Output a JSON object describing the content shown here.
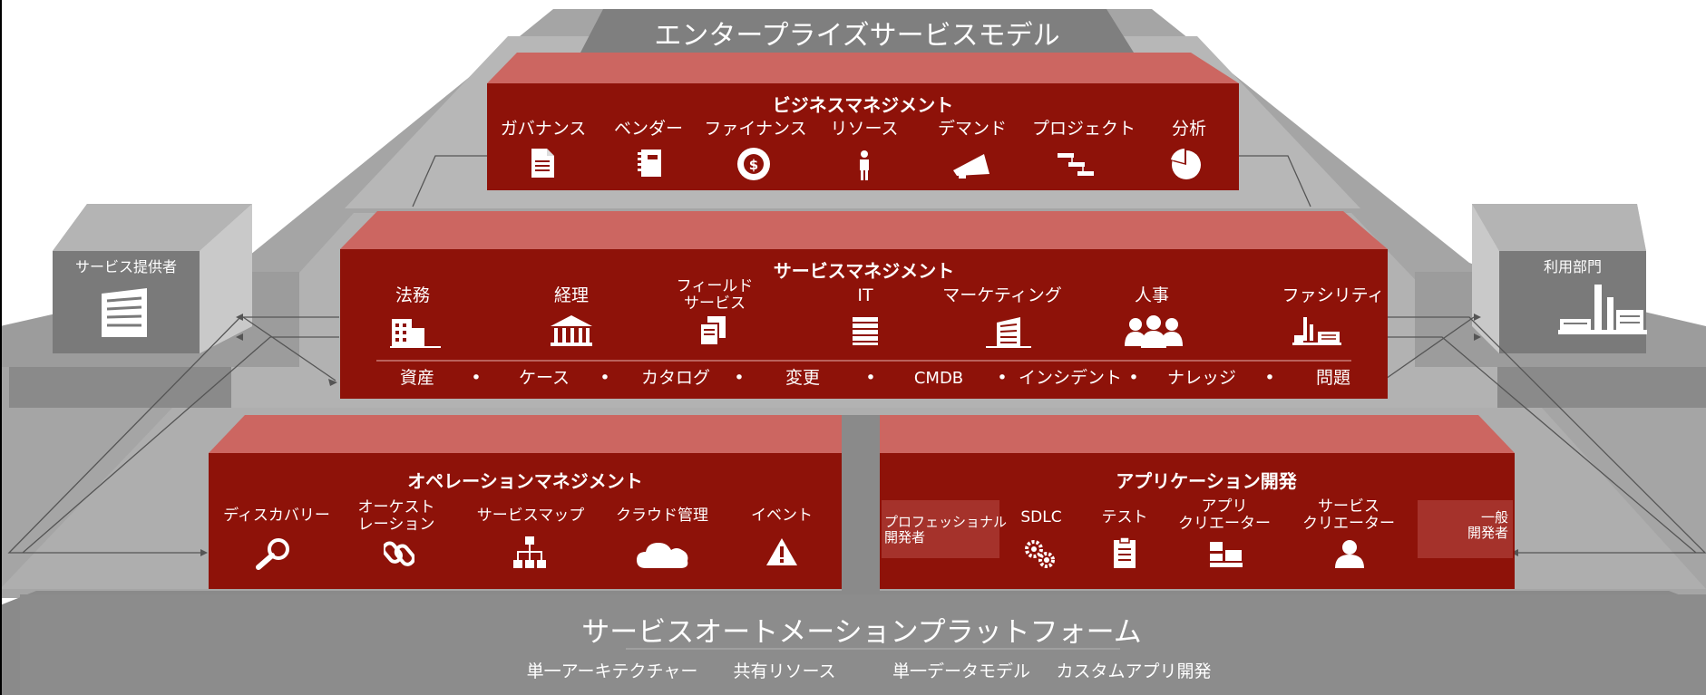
{
  "pyramid_title": "エンタープライズサービスモデル",
  "business": {
    "title": "ビジネスマネジメント",
    "items": [
      {
        "label": "ガバナンス",
        "icon": "document-icon"
      },
      {
        "label": "ベンダー",
        "icon": "notebook-icon"
      },
      {
        "label": "ファイナンス",
        "icon": "dollar-coin-icon"
      },
      {
        "label": "リソース",
        "icon": "person-icon"
      },
      {
        "label": "デマンド",
        "icon": "megaphone-icon"
      },
      {
        "label": "プロジェクト",
        "icon": "gantt-steps-icon"
      },
      {
        "label": "分析",
        "icon": "pie-chart-icon"
      }
    ]
  },
  "service": {
    "title": "サービスマネジメント",
    "items": [
      {
        "label": "法務",
        "icon": "buildings-icon"
      },
      {
        "label": "経理",
        "icon": "bank-icon"
      },
      {
        "label": "フィールド\nサービス",
        "icon": "documents-icon"
      },
      {
        "label": "IT",
        "icon": "server-stack-icon"
      },
      {
        "label": "マーケティング",
        "icon": "office-building-icon"
      },
      {
        "label": "人事",
        "icon": "people-group-icon"
      },
      {
        "label": "ファシリティ",
        "icon": "factory-icon"
      }
    ],
    "bottom_items": [
      "資産",
      "ケース",
      "カタログ",
      "変更",
      "CMDB",
      "インシデント",
      "ナレッジ",
      "問題"
    ],
    "separator": "•"
  },
  "operations": {
    "title": "オペレーションマネジメント",
    "items": [
      {
        "label": "ディスカバリー",
        "icon": "magnifier-icon"
      },
      {
        "label": "オーケスト\nレーション",
        "icon": "chain-link-icon"
      },
      {
        "label": "サービスマップ",
        "icon": "hierarchy-icon"
      },
      {
        "label": "クラウド管理",
        "icon": "cloud-icon"
      },
      {
        "label": "イベント",
        "icon": "warning-icon"
      }
    ]
  },
  "appdev": {
    "title": "アプリケーション開発",
    "left_box": "プロフェッショナル\n開発者",
    "right_box": "一般\n開発者",
    "items": [
      {
        "label": "SDLC",
        "icon": "gears-icon"
      },
      {
        "label": "テスト",
        "icon": "clipboard-icon"
      },
      {
        "label": "アプリ\nクリエーター",
        "icon": "app-blocks-icon"
      },
      {
        "label": "サービス\nクリエーター",
        "icon": "user-silhouette-icon"
      }
    ]
  },
  "provider": {
    "label": "サービス提供者",
    "icon": "building-icon"
  },
  "consumer": {
    "label": "利用部門",
    "icon": "factory-icon"
  },
  "platform": {
    "title": "サービスオートメーションプラットフォーム",
    "items": [
      "単一アーキテクチャー",
      "共有リソース",
      "単一データモデル",
      "カスタムアプリ開発"
    ]
  },
  "colors": {
    "red_dark": "#8e1209",
    "red_top": "#cc6661",
    "gray_platform": "#7f7f7f",
    "gray_light": "#a8a8a8"
  }
}
